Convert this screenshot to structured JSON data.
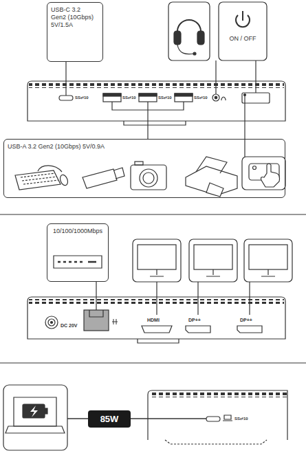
{
  "diagram": {
    "nodes": [
      {
        "text": [
          "USB-C 3.2 Gen2 (10Gbps) 5V/1.5A"
        ]
      },
      {
        "text": [
          "ON / OFF"
        ]
      },
      {
        "text": [
          "USB-A 3.2 Gen2 (10Gbps) 5V/0.9A"
        ]
      },
      {
        "text": [
          "10/100/1000Mbps"
        ]
      },
      {
        "text": [
          "85W"
        ]
      }
    ],
    "labels": [
      "SS⇄10",
      "SS⇄10",
      "SS⇄10",
      "SS⇄10",
      "DC 20V",
      "HDMI",
      "DP++",
      "DP++",
      "SS⇄10"
    ]
  }
}
